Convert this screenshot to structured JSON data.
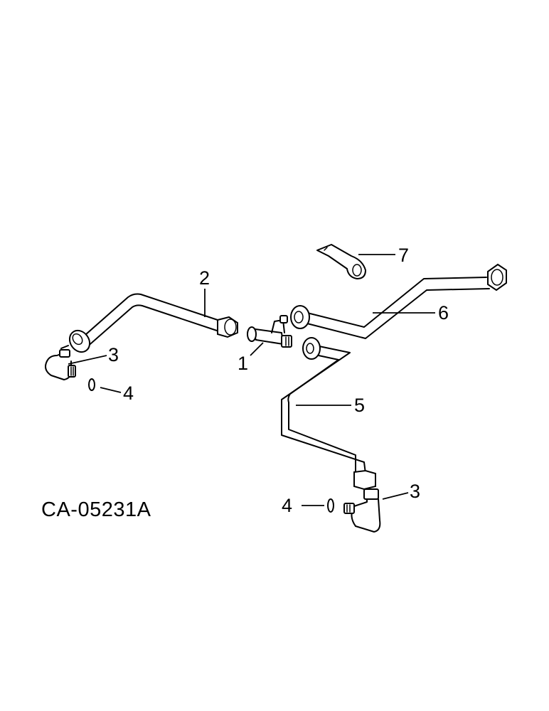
{
  "diagram": {
    "drawing_code": "CA-05231A",
    "callouts": {
      "c1": "1",
      "c2": "2",
      "c3a": "3",
      "c3b": "3",
      "c4a": "4",
      "c4b": "4",
      "c5": "5",
      "c6": "6",
      "c7": "7"
    }
  }
}
